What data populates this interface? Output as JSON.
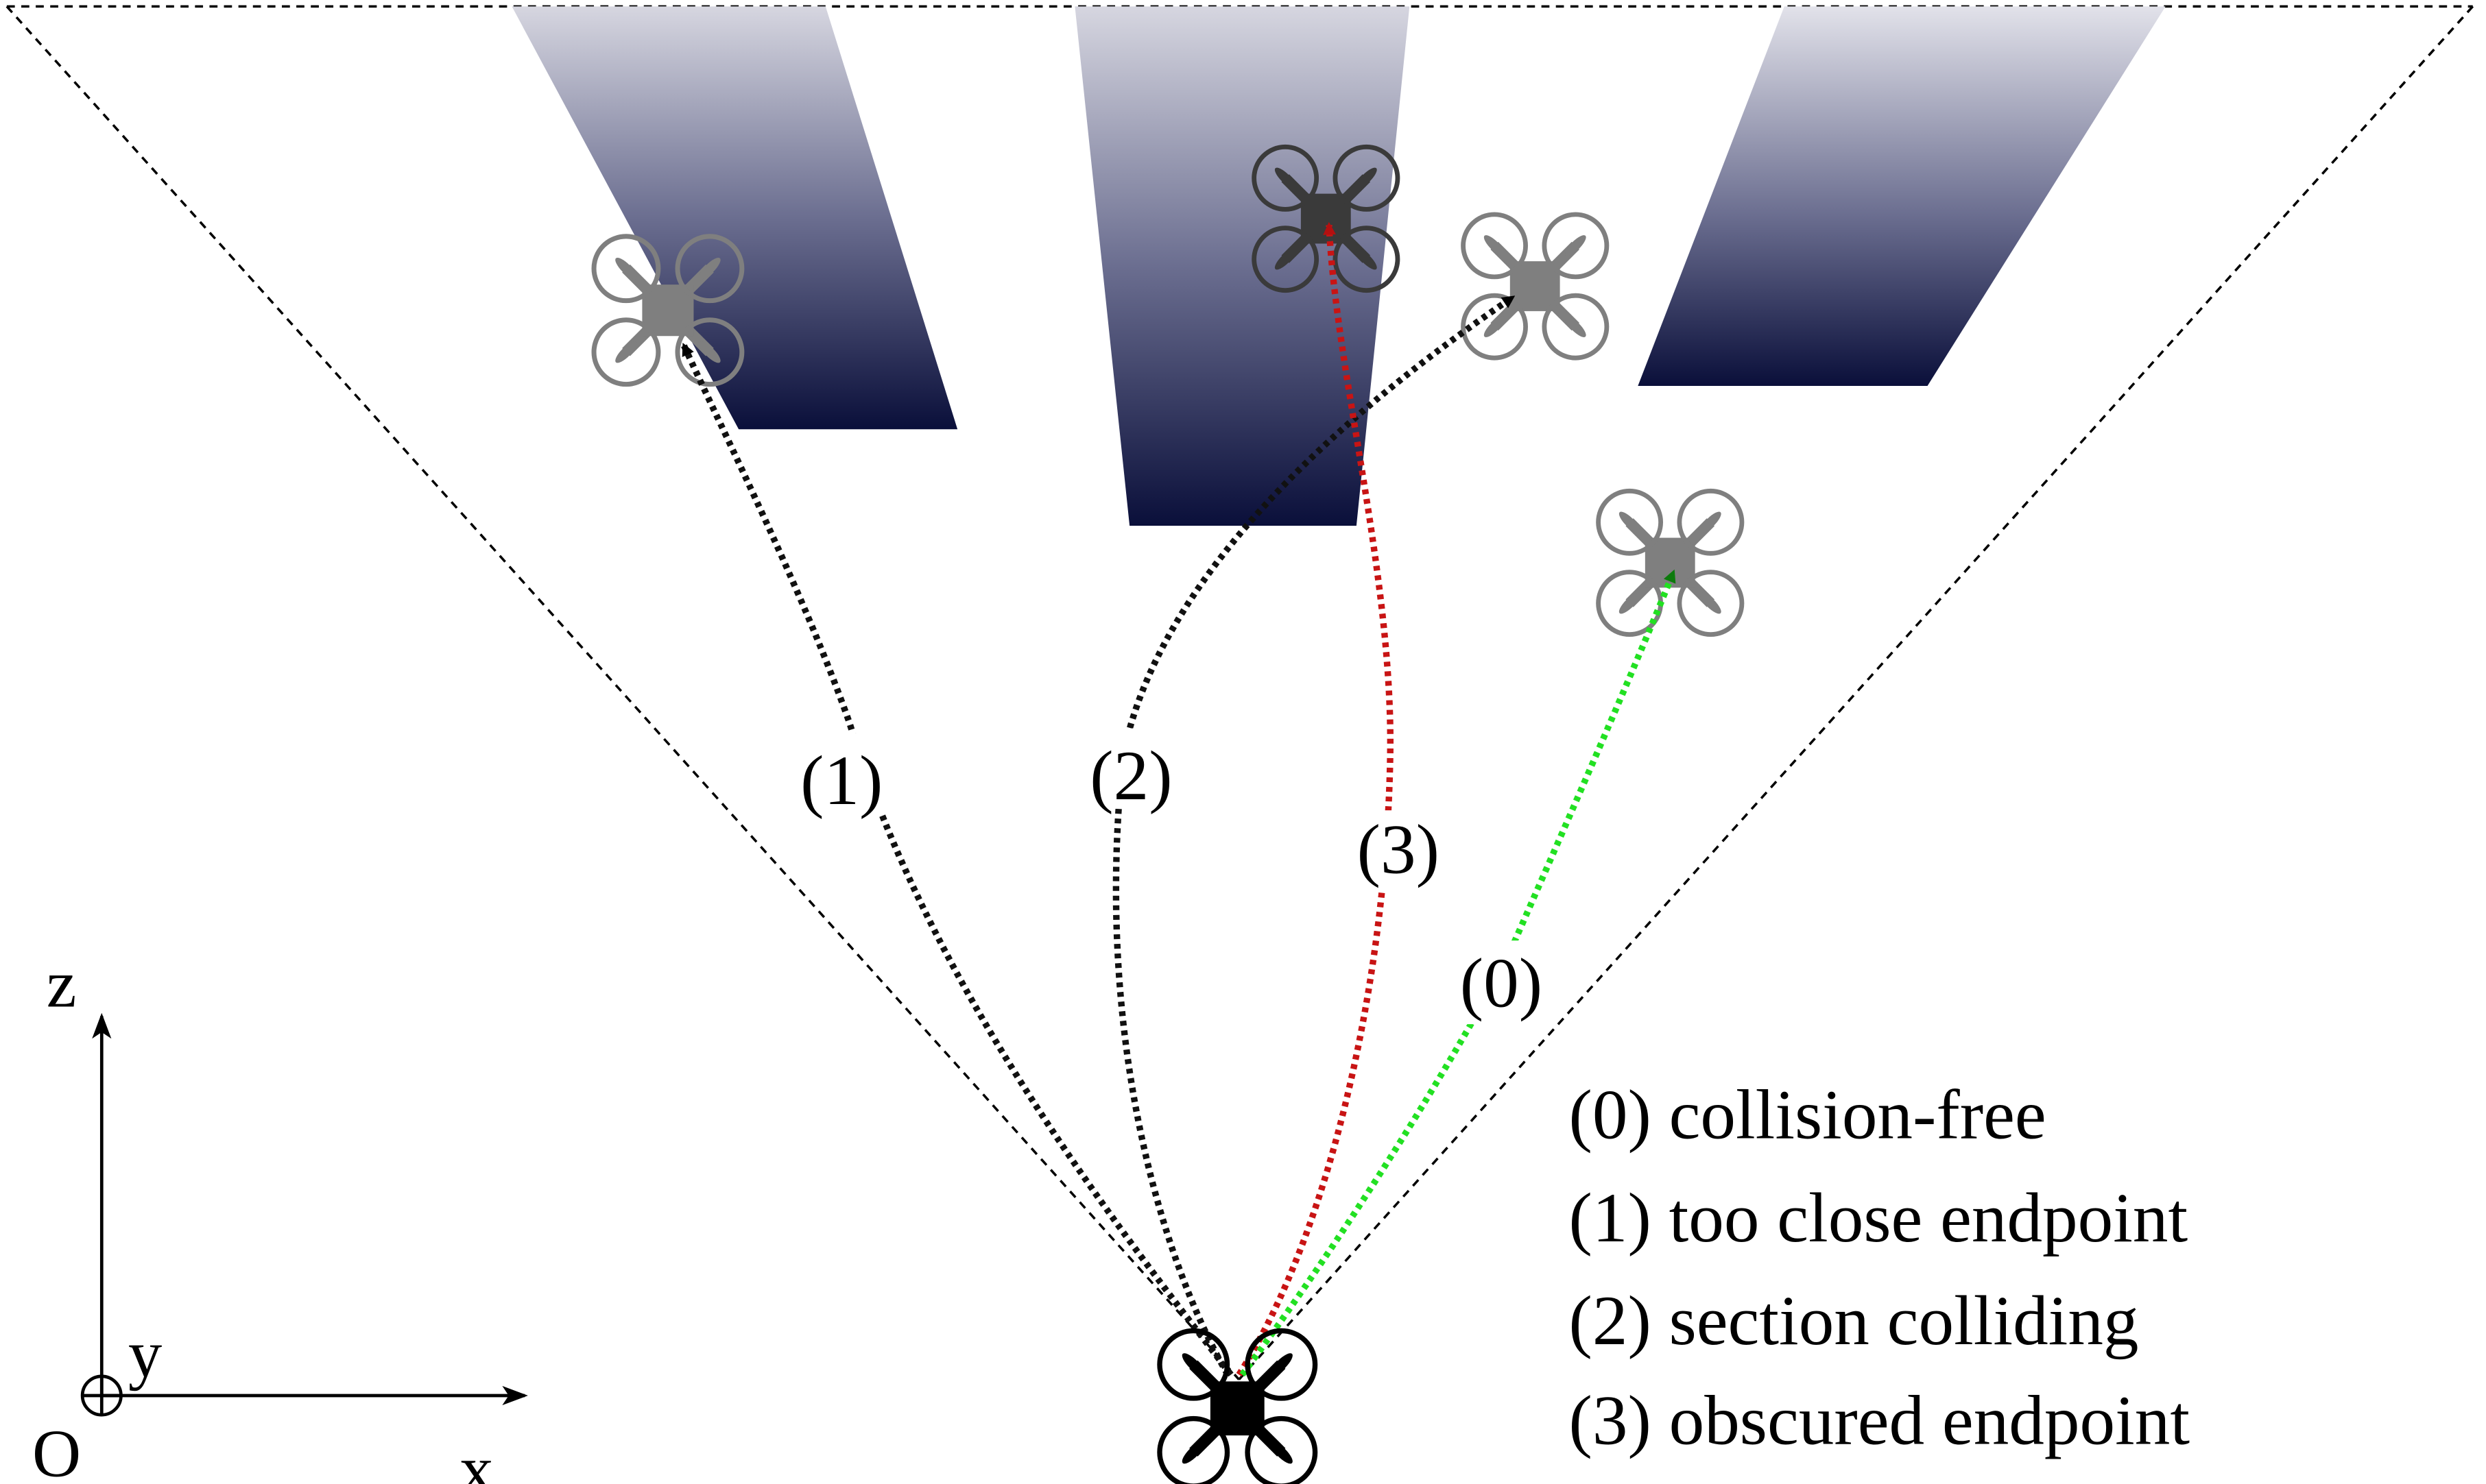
{
  "path_labels": {
    "p0": "(0)",
    "p1": "(1)",
    "p2": "(2)",
    "p3": "(3)"
  },
  "legend": [
    "(0) collision-free",
    "(1) too close endpoint",
    "(2) section colliding",
    "(3) obscured endpoint"
  ],
  "axes": {
    "z": "z",
    "x": "x",
    "y": "y",
    "origin": "O"
  },
  "colors": {
    "collision_free": "#22e022",
    "obscured": "#c81414",
    "default_path": "#111111",
    "obstacle_top": "#d8d8e2",
    "obstacle_bottom": "#0a0f3a",
    "drone_ghost": "#808080",
    "drone_current": "#000000"
  },
  "icons": {
    "drone": "quadrotor-icon"
  }
}
